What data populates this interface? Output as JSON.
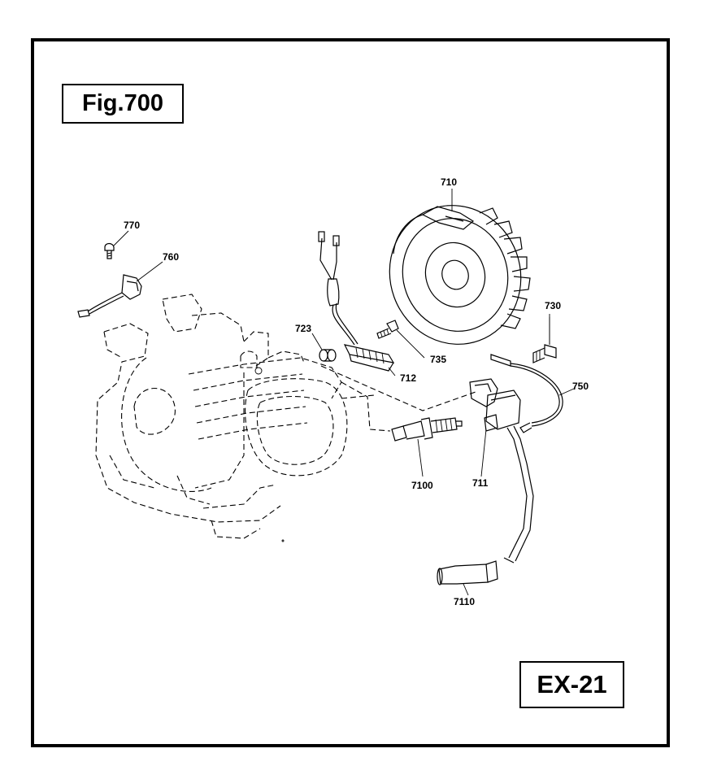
{
  "figure": {
    "title": "Fig.700",
    "code": "EX-21"
  },
  "callouts": {
    "c710": "710",
    "c770": "770",
    "c760": "760",
    "c730": "730",
    "c723": "723",
    "c735": "735",
    "c712": "712",
    "c750": "750",
    "c7100": "7100",
    "c711": "711",
    "c7110": "7110"
  }
}
